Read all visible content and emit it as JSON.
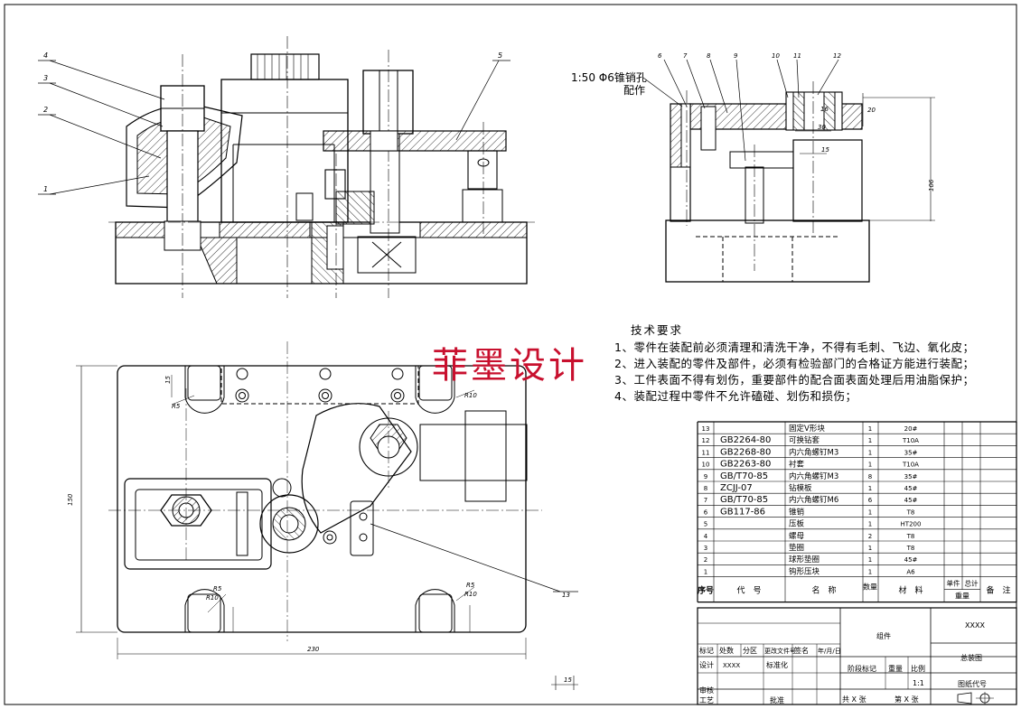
{
  "callouts": {
    "front": [
      "4",
      "3",
      "2",
      "1",
      "5"
    ],
    "side": [
      "6",
      "7",
      "8",
      "9",
      "10",
      "11",
      "12"
    ],
    "plan": "13"
  },
  "annotations": {
    "taper_pin_line1": "1:50  Φ6锥销孔",
    "taper_pin_line2": "配作",
    "dim_16": "16",
    "dim_30": "30",
    "dim_20": "20",
    "dim_15": "15",
    "dim_106": "106",
    "dim_150": "150",
    "dim_230": "230",
    "dim_15_bottom": "15",
    "r5": "R5",
    "r10": "R10",
    "dim_15_left": "15"
  },
  "watermark": "菲墨设计",
  "tech_requirements": {
    "title": "技术要求",
    "items": [
      "1、零件在装配前必须清理和清洗干净，不得有毛刺、飞边、氧化皮；",
      "2、进入装配的零件及部件，必须有检验部门的合格证方能进行装配；",
      "3、工件表面不得有划伤，重要部件的配合面表面处理后用油脂保护；",
      "4、装配过程中零件不允许磕碰、划伤和损伤；"
    ]
  },
  "bom": {
    "rows": [
      {
        "no": "13",
        "code": "",
        "name": "固定V形块",
        "qty": "1",
        "material": "20#"
      },
      {
        "no": "12",
        "code": "GB2264-80",
        "name": "可换钻套",
        "qty": "1",
        "material": "T10A"
      },
      {
        "no": "11",
        "code": "GB2268-80",
        "name": "内六角螺钉M3",
        "qty": "1",
        "material": "35#"
      },
      {
        "no": "10",
        "code": "GB2263-80",
        "name": "衬套",
        "qty": "1",
        "material": "T10A"
      },
      {
        "no": "9",
        "code": "GB/T70-85",
        "name": "内六角螺钉M3",
        "qty": "8",
        "material": "35#"
      },
      {
        "no": "8",
        "code": "ZCJJ-07",
        "name": "钻模板",
        "qty": "1",
        "material": "45#"
      },
      {
        "no": "7",
        "code": "GB/T70-85",
        "name": "内六角螺钉M6",
        "qty": "6",
        "material": "45#"
      },
      {
        "no": "6",
        "code": "GB117-86",
        "name": "锥销",
        "qty": "1",
        "material": "T8"
      },
      {
        "no": "5",
        "code": "",
        "name": "压板",
        "qty": "1",
        "material": "HT200"
      },
      {
        "no": "4",
        "code": "",
        "name": "螺母",
        "qty": "2",
        "material": "T8"
      },
      {
        "no": "3",
        "code": "",
        "name": "垫圈",
        "qty": "1",
        "material": "T8"
      },
      {
        "no": "2",
        "code": "",
        "name": "球形垫圈",
        "qty": "1",
        "material": "45#"
      },
      {
        "no": "1",
        "code": "",
        "name": "钩形压块",
        "qty": "1",
        "material": "A6"
      }
    ],
    "header": {
      "no": "序号",
      "code": "代　号",
      "name": "名　称",
      "qty": "数量",
      "material": "材　料",
      "unit_weight": "单件",
      "total_weight": "总计",
      "weight": "重量",
      "remark": "备　注"
    }
  },
  "title_block": {
    "company": "XXXX",
    "assembly": "组件",
    "drawing_name": "总装图",
    "mark": "标记",
    "zones": "处数",
    "division": "分区",
    "change_doc": "更改文件号",
    "signature": "签名",
    "date": "年/月/日",
    "design": "设计",
    "designer": "XXXX",
    "standardize": "标准化",
    "stage_mark": "阶段标记",
    "weight": "重量",
    "scale": "比例",
    "scale_value": "1:1",
    "review": "审核",
    "process": "工艺",
    "approve": "批准",
    "sheets_total": "共 X 张",
    "sheet_no": "第 X 张",
    "drawing_code": "图纸代号"
  }
}
